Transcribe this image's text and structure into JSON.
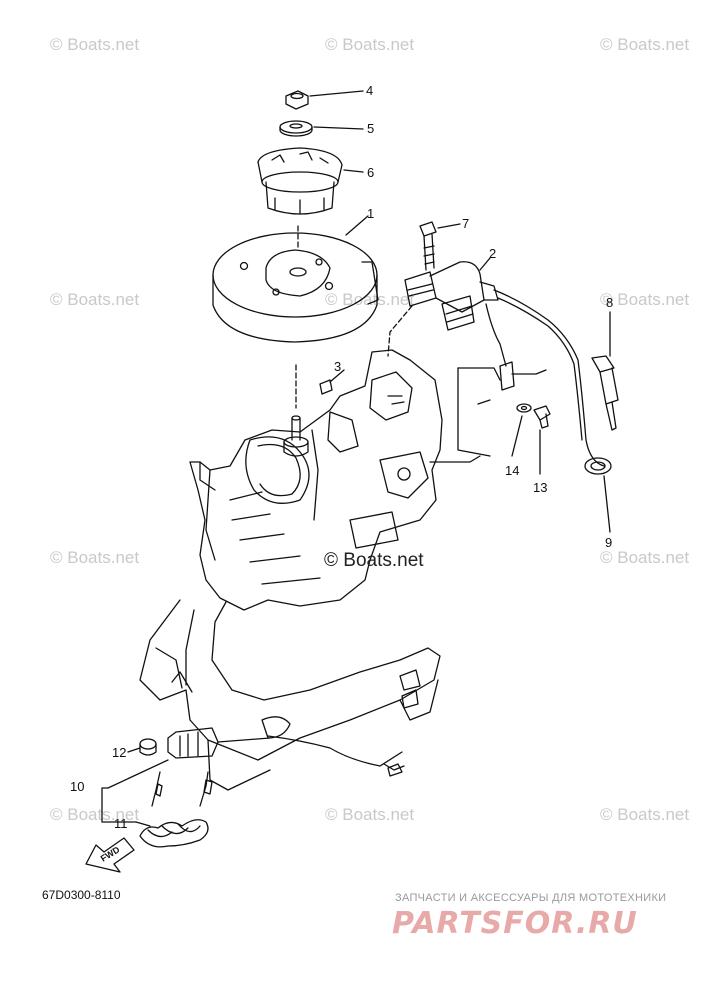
{
  "watermarks": {
    "row1": [
      "© Boats.net",
      "© Boats.net",
      "© Boats.net"
    ],
    "row2": [
      "© Boats.net",
      "© Boats.net"
    ],
    "row3": [
      "© Boats.net",
      "© Boats.net",
      "© Boats.net"
    ],
    "row4": [
      "© Boats.net",
      "© Boats.net",
      "© Boats.net"
    ],
    "center": "© Boats.net"
  },
  "callouts": {
    "c1": "1",
    "c2": "2",
    "c3": "3",
    "c4": "4",
    "c5": "5",
    "c6": "6",
    "c7": "7",
    "c8": "8",
    "c9": "9",
    "c10": "10",
    "c11": "11",
    "c12": "12",
    "c13": "13",
    "c14": "14"
  },
  "fwd_arrow_label": "FWD",
  "diagram_code": "67D0300-8110",
  "brand": {
    "tagline": "ЗАПЧАСТИ И АКСЕССУАРЫ ДЛЯ МОТОТЕХНИКИ",
    "logo": "PARTSFOR.RU"
  }
}
